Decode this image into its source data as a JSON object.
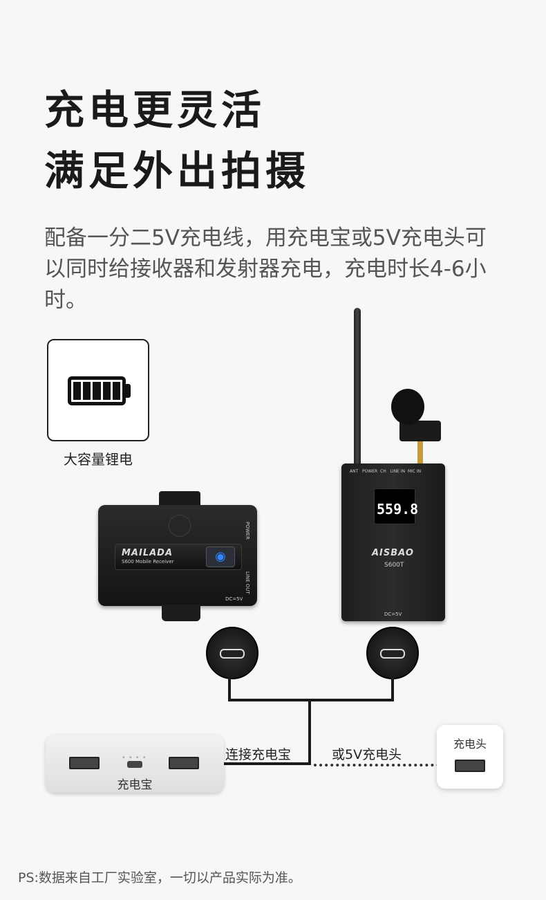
{
  "headline": {
    "line1": "充电更灵活",
    "line2": "满足外出拍摄"
  },
  "description": "配备一分二5V充电线，用充电宝或5V充电头可以同时给接收器和发射器充电，充电时长4-6小时。",
  "battery": {
    "icon": "battery-full-icon",
    "label": "大容量锂电"
  },
  "receiver": {
    "brand": "MAILADA",
    "model": "S600 Mobile Receiver",
    "power": "POWER",
    "line_out": "LINE OUT",
    "dc": "DC=5V"
  },
  "transmitter": {
    "brand": "AISBAO",
    "model": "S600T",
    "frequency": "559.8",
    "ports": "ANT   POWER  CH   LINE IN  MIC IN",
    "dc": "DC=5V"
  },
  "connections": {
    "power_bank_label": "连接充电宝",
    "charger_label": "或5V充电头"
  },
  "power_bank": {
    "label": "充电宝"
  },
  "charger": {
    "label": "充电头"
  },
  "footnote": "PS:数据来自工厂实验室，一切以产品实际为准。"
}
